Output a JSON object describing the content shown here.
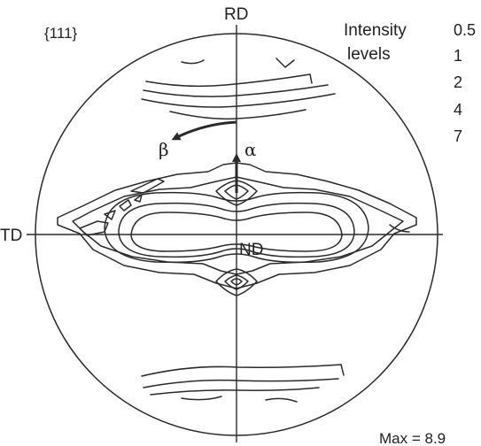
{
  "figure": {
    "plane_label": "{111}",
    "axes": {
      "rd": "RD",
      "td": "TD",
      "nd": "ND"
    },
    "arrows": {
      "alpha": "α",
      "beta": "β"
    },
    "legend": {
      "title_line1": "Intensity",
      "title_line2": "levels",
      "levels": [
        "0.5",
        "1",
        "2",
        "4",
        "7"
      ]
    },
    "max_label": "Max = 8.9"
  }
}
